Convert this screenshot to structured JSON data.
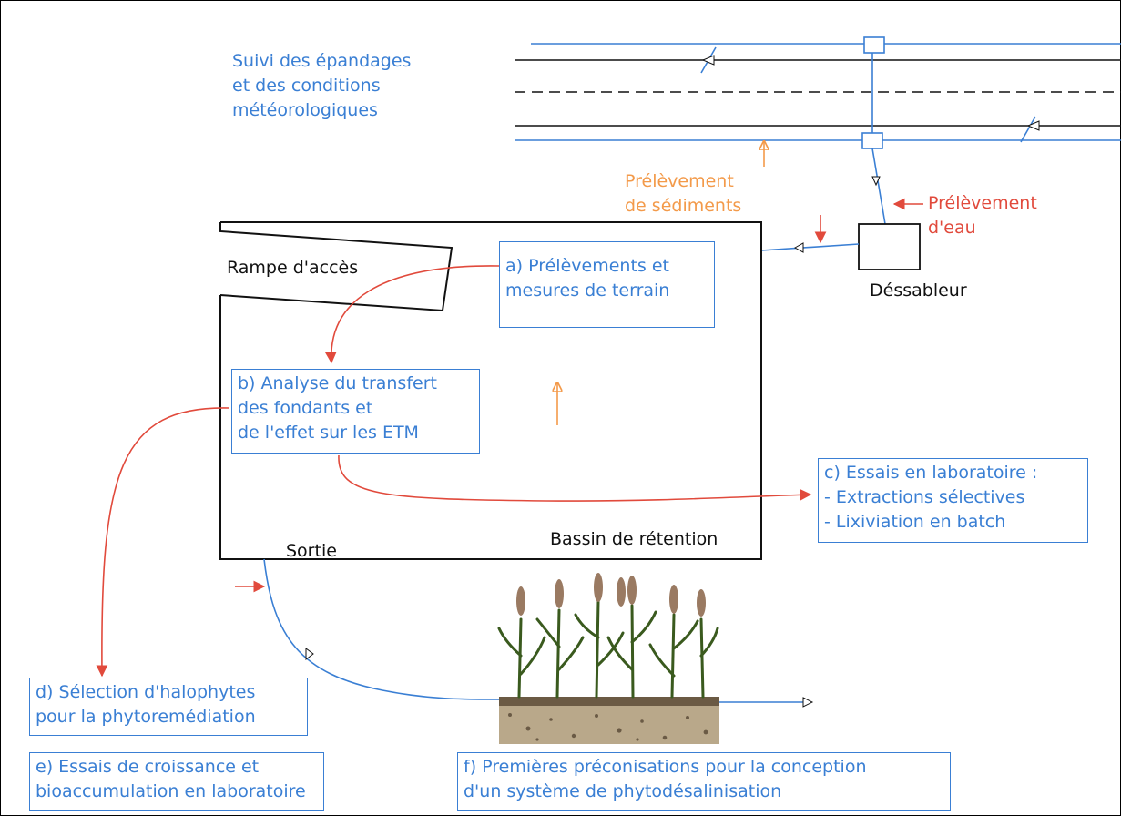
{
  "texts": {
    "monitoring": [
      "Suivi des épandages",
      "et des conditions",
      "météorologiques"
    ],
    "sediment_sampling": [
      "Prélèvement",
      "de sédiments"
    ],
    "water_sampling": [
      "Prélèvement",
      "d'eau"
    ],
    "ramp": "Rampe d'accès",
    "desander": "Déssableur",
    "outlet": "Sortie",
    "retention_basin": "Bassin de rétention"
  },
  "boxes": {
    "a": [
      "a) Prélèvements et",
      "mesures de terrain"
    ],
    "b": [
      "b) Analyse du transfert",
      "des fondants et",
      "de l'effet sur les ETM"
    ],
    "c": [
      "c) Essais en laboratoire :",
      "- Extractions sélectives",
      "- Lixiviation en batch"
    ],
    "d": [
      "d) Sélection d'halophytes",
      "pour la phytoremédiation"
    ],
    "e": [
      "e) Essais de croissance et",
      "bioaccumulation en laboratoire"
    ],
    "f": [
      "f) Premières préconisations pour la conception",
      "d'un système de phytodésalinisation"
    ]
  },
  "colors": {
    "blue": "#3a7fd4",
    "red": "#e14a3c",
    "orange": "#f39a4a",
    "black": "#111111"
  }
}
